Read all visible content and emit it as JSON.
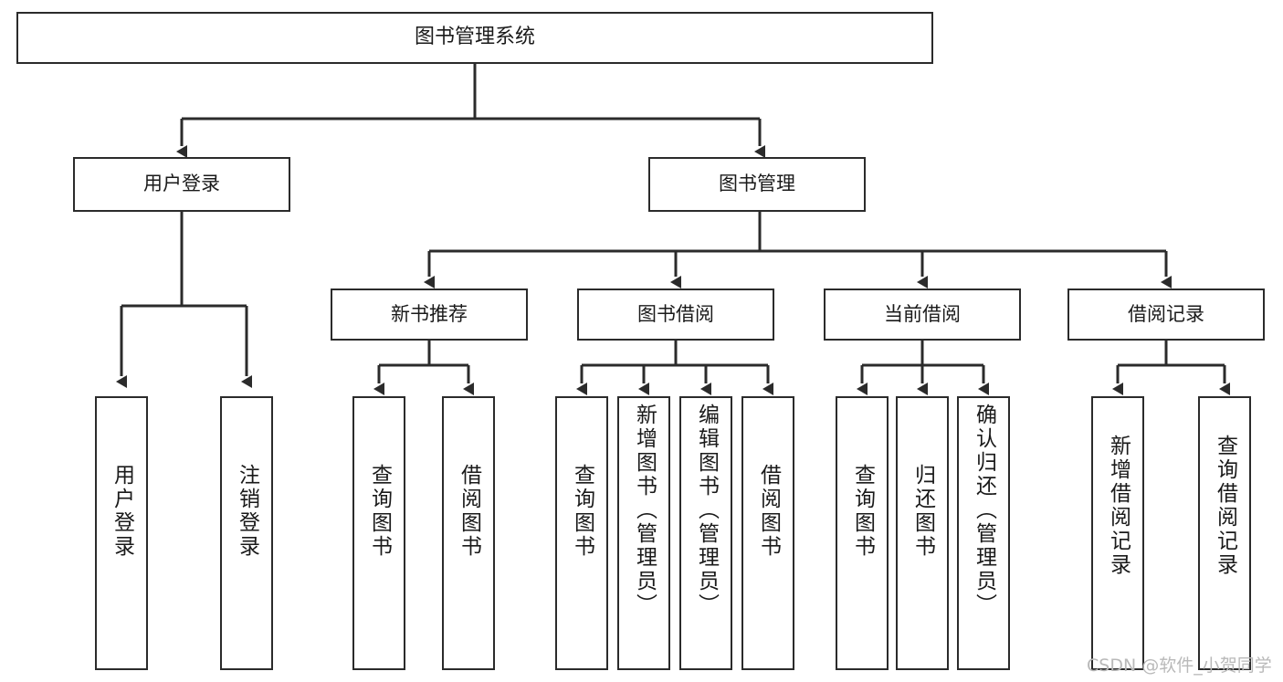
{
  "diagram": {
    "title": "图书管理系统",
    "type": "hierarchy-tree",
    "background_color": "#ffffff",
    "box_border_color": "#2b2b2b",
    "box_fill_color": "#ffffff",
    "edge_color": "#2b2b2b"
  },
  "nodes": {
    "root": {
      "label": "图书管理系统"
    },
    "level2": [
      {
        "id": "user-login",
        "label": "用户登录"
      },
      {
        "id": "book-management",
        "label": "图书管理"
      }
    ],
    "level3": [
      {
        "id": "new-book-recommend",
        "label": "新书推荐"
      },
      {
        "id": "book-borrow",
        "label": "图书借阅"
      },
      {
        "id": "current-borrow",
        "label": "当前借阅"
      },
      {
        "id": "borrow-record",
        "label": "借阅记录"
      }
    ],
    "leaves": {
      "user-login": [
        {
          "id": "leaf-user-login",
          "label": "用户登录"
        },
        {
          "id": "leaf-user-logout",
          "label": "注销登录"
        }
      ],
      "new-book-recommend": [
        {
          "id": "leaf-query-book-1",
          "label": "查询图书"
        },
        {
          "id": "leaf-borrow-book-1",
          "label": "借阅图书"
        }
      ],
      "book-borrow": [
        {
          "id": "leaf-query-book-2",
          "label": "查询图书"
        },
        {
          "id": "leaf-add-book",
          "label": "新增图书（管理员）"
        },
        {
          "id": "leaf-edit-book",
          "label": "编辑图书（管理员）"
        },
        {
          "id": "leaf-borrow-book-2",
          "label": "借阅图书"
        }
      ],
      "current-borrow": [
        {
          "id": "leaf-query-book-3",
          "label": "查询图书"
        },
        {
          "id": "leaf-return-book",
          "label": "归还图书"
        },
        {
          "id": "leaf-confirm-return",
          "label": "确认归还（管理员）"
        }
      ],
      "borrow-record": [
        {
          "id": "leaf-add-record",
          "label": "新增借阅记录"
        },
        {
          "id": "leaf-query-record",
          "label": "查询借阅记录"
        }
      ]
    }
  },
  "watermark": {
    "text": "CSDN @软件_小贺同学"
  }
}
